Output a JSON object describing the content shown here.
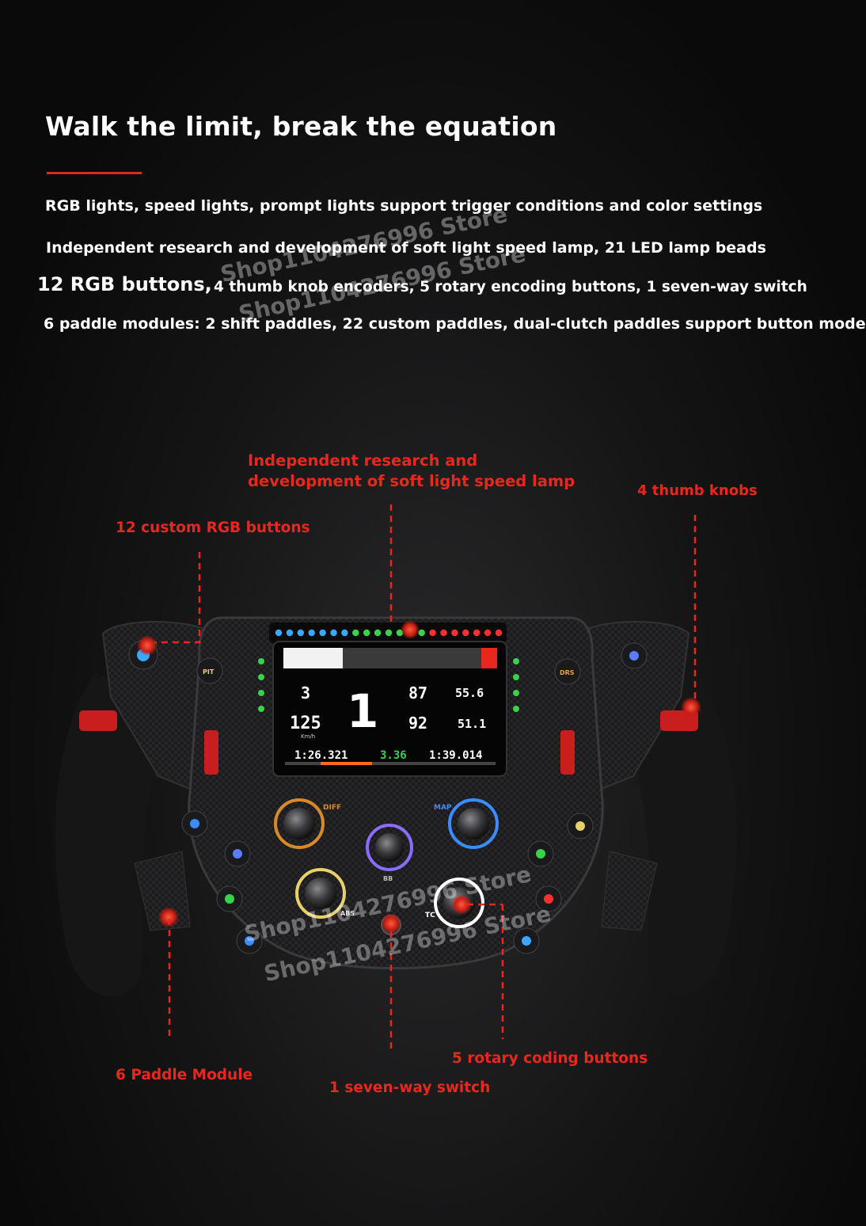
{
  "headline": "Walk the limit, break the equation",
  "features": {
    "f1": "RGB lights, speed lights, prompt lights support trigger conditions and color settings",
    "f2": "Independent research and development of soft light speed lamp, 21 LED lamp beads",
    "f3_lead": "12 RGB buttons,",
    "f3_rest": "4 thumb knob encoders, 5 rotary encoding buttons, 1 seven-way switch",
    "f4": "6 paddle modules: 2 shift paddles, 22 custom paddles, dual-clutch paddles support button mode"
  },
  "watermark": "Shop1104276996 Store",
  "callouts": {
    "speed_lamp_line1": "Independent research and",
    "speed_lamp_line2": "development of soft light speed lamp",
    "thumb_knobs": "4 thumb knobs",
    "rgb_buttons": "12 custom RGB buttons",
    "paddle_module": "6 Paddle Module",
    "seven_way": "1 seven-way switch",
    "rotary": "5 rotary coding buttons"
  },
  "dash": {
    "gear": "1",
    "speed": "125",
    "speed_unit": "Km/h",
    "lap_num": "3",
    "water_temp": "87",
    "brake_bias": "55.6",
    "oil_temp": "92",
    "fuel_level": "51.1",
    "last_lap": "1:26.321",
    "delta": "3.36",
    "best_lap": "1:39.014"
  },
  "button_labels": {
    "pit": "PIT",
    "drs": "DRS",
    "diff": "DIFF",
    "map": "MAP",
    "bb": "BB",
    "abs": "ABS",
    "tc": "TC"
  },
  "colors": {
    "accent_red": "#e8281e",
    "led_blue": "#3aa8ff",
    "led_green": "#39d24a",
    "led_red": "#ff3030"
  }
}
